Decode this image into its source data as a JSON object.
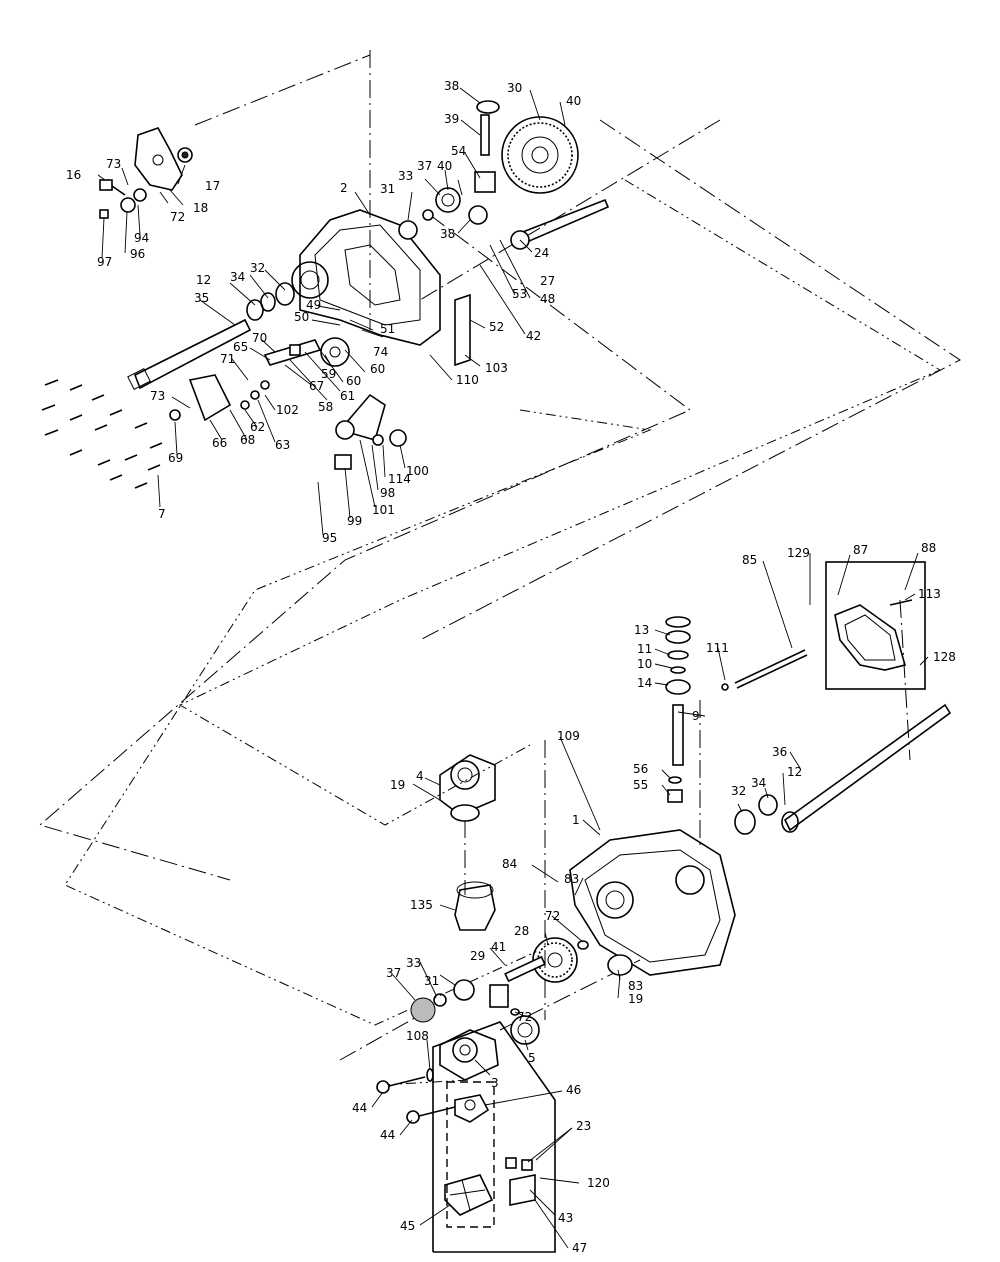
{
  "diagram": {
    "callouts": [
      "2",
      "3",
      "4",
      "5",
      "7",
      "9",
      "10",
      "11",
      "12",
      "12",
      "13",
      "14",
      "16",
      "17",
      "18",
      "19",
      "19",
      "23",
      "24",
      "27",
      "28",
      "29",
      "30",
      "31",
      "31",
      "32",
      "32",
      "33",
      "33",
      "34",
      "34",
      "35",
      "36",
      "37",
      "37",
      "38",
      "38",
      "39",
      "40",
      "40",
      "41",
      "42",
      "43",
      "44",
      "44",
      "45",
      "46",
      "47",
      "48",
      "49",
      "50",
      "51",
      "52",
      "53",
      "54",
      "55",
      "56",
      "58",
      "59",
      "60",
      "60",
      "61",
      "62",
      "63",
      "65",
      "66",
      "67",
      "68",
      "69",
      "70",
      "71",
      "72",
      "72",
      "72",
      "73",
      "73",
      "74",
      "83",
      "83",
      "84",
      "85",
      "87",
      "88",
      "94",
      "95",
      "96",
      "97",
      "98",
      "99",
      "100",
      "101",
      "102",
      "103",
      "108",
      "109",
      "110",
      "111",
      "113",
      "114",
      "120",
      "128",
      "129",
      "135",
      "1"
    ]
  }
}
